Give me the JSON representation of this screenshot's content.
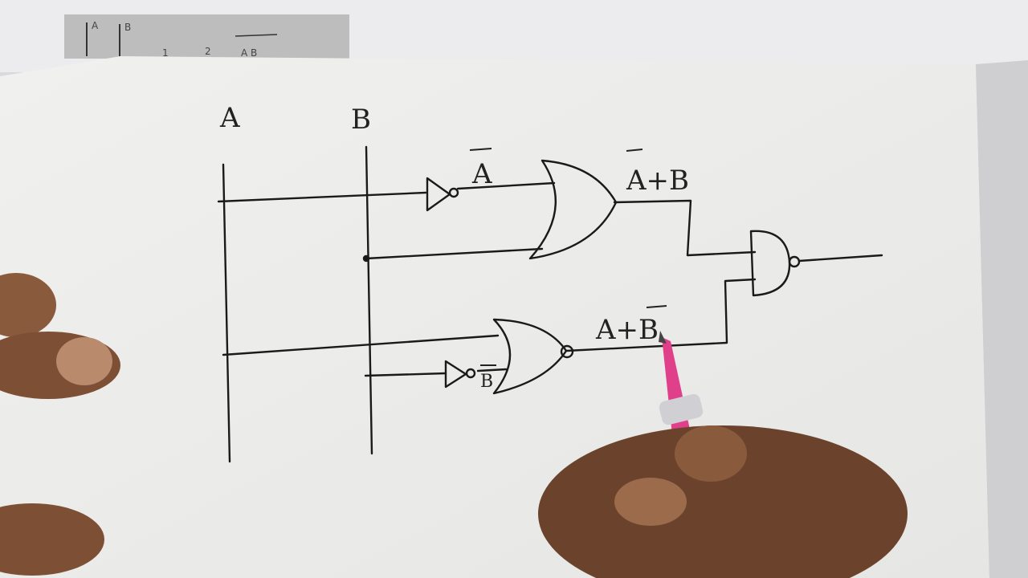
{
  "top_strip": {
    "col_a": "A",
    "col_b": "B",
    "row_1": "1",
    "row_2": "2",
    "expr": "A B"
  },
  "inputs": {
    "a": "A",
    "b": "B"
  },
  "labels": {
    "not_a": "A",
    "not_a_or_b": "A+B",
    "a_or_not_b": "A+B",
    "not_b": "B"
  },
  "colors": {
    "paper": "#f4f4f2",
    "ink": "#1a1a1a",
    "pen": "#e0408a",
    "skin": "#8a5a3c"
  }
}
